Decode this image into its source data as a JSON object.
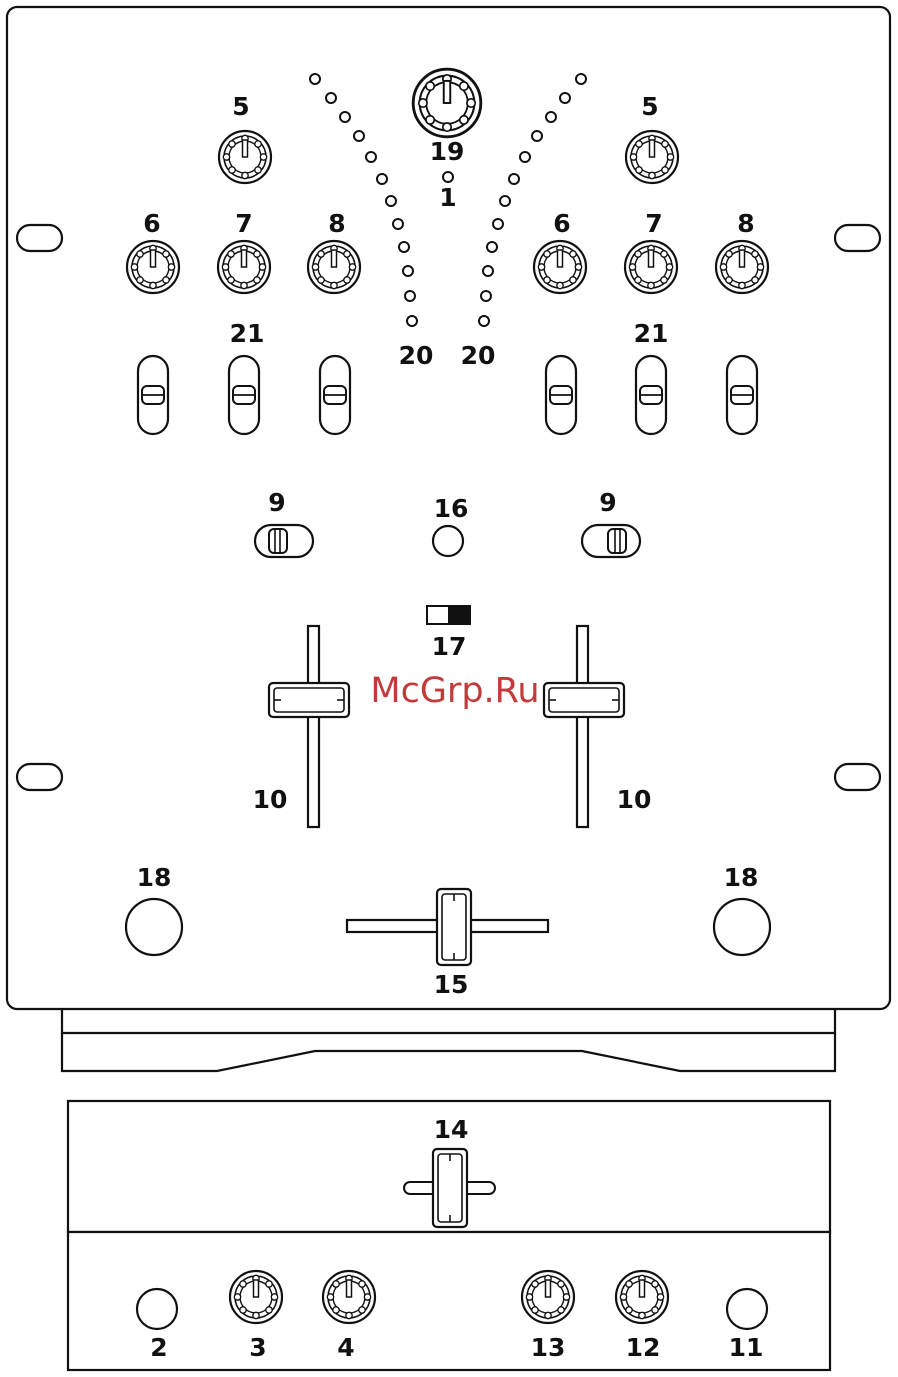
{
  "watermark": "McGrp.Ru",
  "labels": {
    "gain_left": "5",
    "gain_right": "5",
    "high_left": "6",
    "mid_left": "7",
    "low_left": "8",
    "high_right": "6",
    "mid_right": "7",
    "low_right": "8",
    "kill_left": "21",
    "kill_right": "21",
    "cue_left": "9",
    "cue_right": "9",
    "cue_led": "16",
    "curve_switch": "17",
    "fader_left": "10",
    "fader_right": "10",
    "fx_left": "18",
    "fx_right": "18",
    "crossfader": "15",
    "master": "19",
    "clip_led": "1",
    "meter_left": "20",
    "meter_right": "20",
    "front_slider": "14",
    "front_jack_left": "2",
    "front_knob_3": "3",
    "front_knob_4": "4",
    "front_knob_13": "13",
    "front_knob_12": "12",
    "front_jack_right": "11"
  }
}
